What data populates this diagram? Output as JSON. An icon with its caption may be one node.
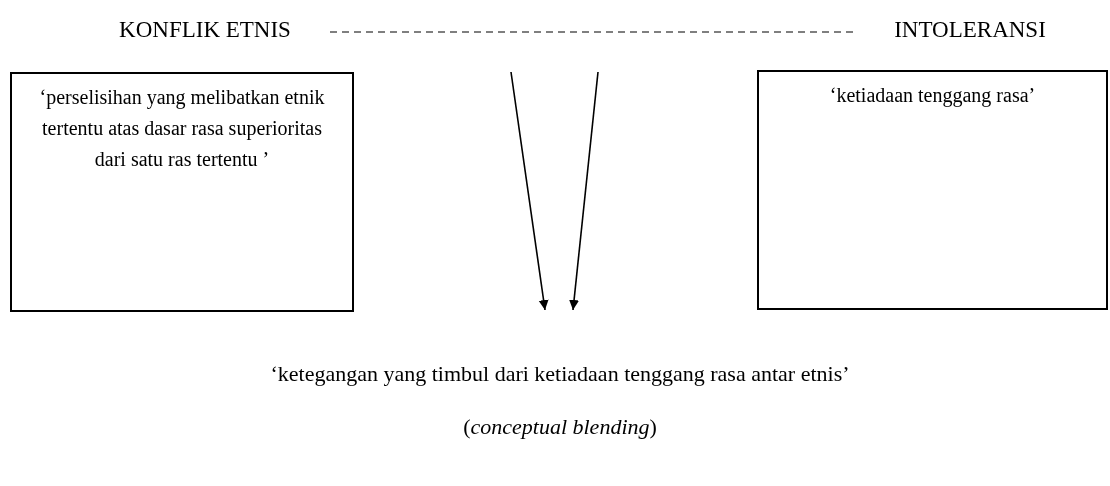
{
  "diagram": {
    "nodes": [
      {
        "text": [
          "KONFLIK ETNIS"
        ]
      },
      {
        "text": [
          "INTOLERANSI"
        ]
      },
      {
        "text": [
          "‘perselisihan yang melibatkan etnik tertentu atas dasar rasa superioritas dari satu ras tertentu ’"
        ]
      },
      {
        "text": [
          "‘ketiadaan tenggang rasa’"
        ]
      },
      {
        "text": [
          "‘ketegangan yang timbul dari ketiadaan tenggang rasa antar etnis’",
          "(*conceptual blending*)"
        ]
      }
    ],
    "edges": [
      {
        "from": 0,
        "to": 1,
        "arrow": "none",
        "style": "dashed"
      },
      {
        "from": null,
        "to": 4,
        "arrow": "to"
      },
      {
        "from": null,
        "to": 4,
        "arrow": "to"
      }
    ]
  }
}
